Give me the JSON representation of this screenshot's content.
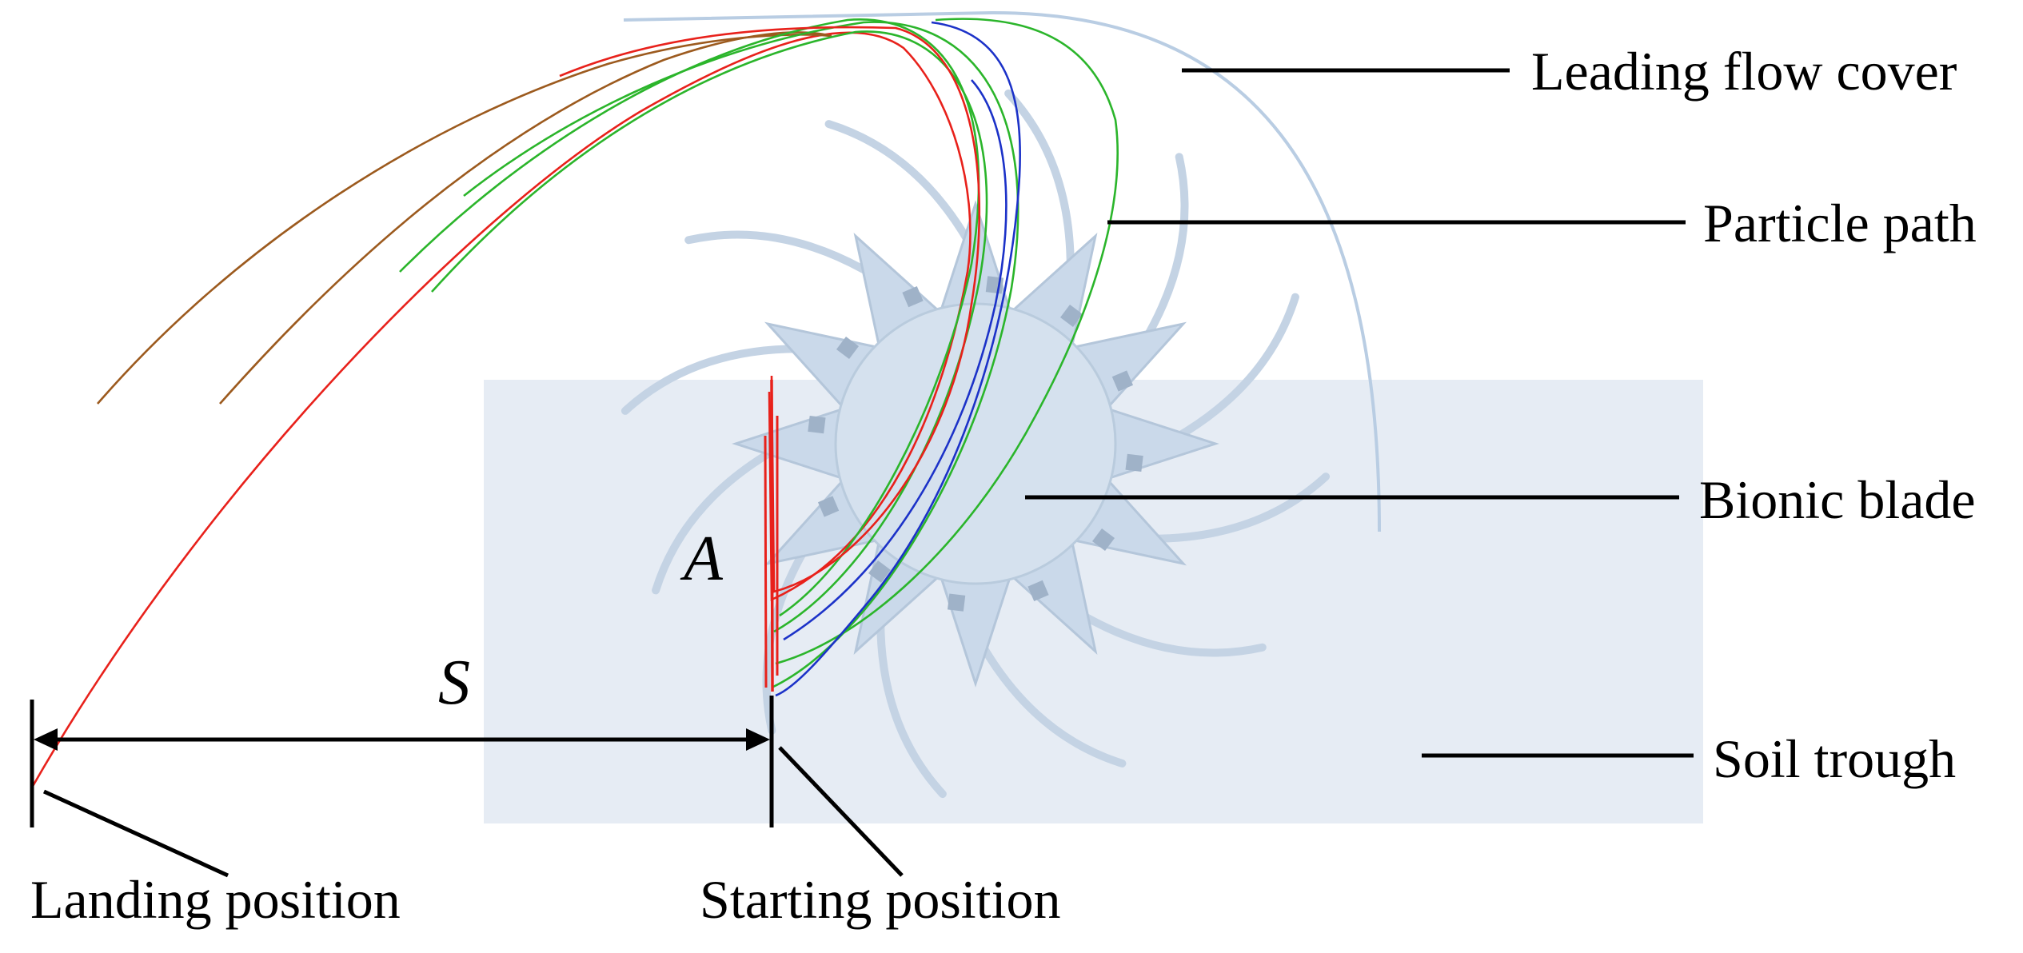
{
  "labels": {
    "leading_flow_cover": "Leading flow cover",
    "particle_path": "Particle path",
    "bionic_blade": "Bionic blade",
    "soil_trough": "Soil trough",
    "landing_position": "Landing position",
    "starting_position": "Starting position",
    "point_a": "A",
    "distance_s": "S"
  },
  "colors": {
    "soil_trough_fill": "#e6ecf4",
    "blade_fill": "#cad9ea",
    "blade_edge": "#b4c6da",
    "cover_stroke": "#b9cde3",
    "path_red": "#e8211b",
    "path_green": "#2bb52b",
    "path_blue": "#1c32c8",
    "path_brown": "#9c5a1e"
  }
}
